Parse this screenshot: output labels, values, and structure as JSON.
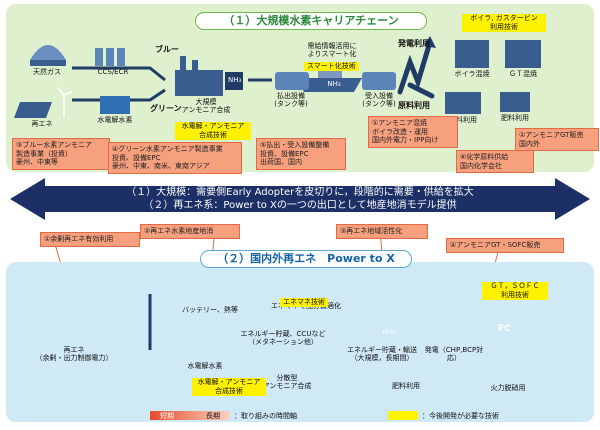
{
  "top": {
    "title": "（１）大規模水素キャリアチェーン",
    "route_blue": "ブルー",
    "route_green": "グリーン",
    "resources": {
      "natural_gas": "天然ガス",
      "ccs": "CCS/ECR",
      "renewable": "再エネ",
      "electrolyzer": "水電解水素"
    },
    "plant": "大規模\nアンモニア合成",
    "ship_out": "払出設備\n(タンク等)",
    "ship_info": "需給情報活用に\nよりスマート化",
    "smart_tech": "スマート化技術",
    "ship_in": "受入設備\n(タンク等)",
    "nh3": "NH₃",
    "power_use": "発電利用",
    "raw_use": "原料利用",
    "boiler_coburn": "ボイラ混焼",
    "gt_coburn": "ＧＴ混焼",
    "raw_material": "原料利用",
    "fertilizer": "肥料利用",
    "tag_boiler_gas": "ボイラ, ガスタービン\n利用技術",
    "tag_ammonia_synthesis": "水電解・アンモニア\n合成技術",
    "callouts": {
      "c3": "③ブルー水素アンモニア\n製造事業（投資）\n豪州、中東等",
      "c4": "④グリーン水素アンモニア製造事業\n投資、設備EPC\n豪州、中東、南米、東南アジア",
      "c5": "⑤払出・受入設備整備\n投資、設備EPC\n出荷国、国内",
      "c1": "①アンモニア混焼\nボイラ改造・運用\n国内外電力・IPP向け",
      "c2": "②アンモニアGT販売\n国内外",
      "c6": "⑥化学原料供給\n国内化学会社"
    }
  },
  "banner": {
    "line1": "（１）大規模：需要側Early Adopterを皮切りに，段階的に需要・供給を拡大",
    "line2": "（２）再エネ系：Power to Xの一つの出口として地産地消モデル提供"
  },
  "bottom": {
    "title": "（２）国内外再エネ　Power to X",
    "callouts": {
      "b1": "①余剰再エネ有効利用",
      "b2": "②再エネ水素地産地消",
      "b3": "③再エネ地域活性化",
      "b4": "④アンモニアGT・SOFC販売"
    },
    "energy_mgmt": "エネマネで配分最適化",
    "energy_tech": "エネマネ技術",
    "battery": "バッテリー、熱等",
    "storage_ccu": "エネルギー貯蔵、CCUなど\n（メタネーション他）",
    "renewable": "再エネ\n（余剰・出力制御電力）",
    "electrolyzer": "水電解水素",
    "dist_synth": "分散型\nアンモニア合成",
    "tag_synth": "水電解・アンモニア\n合成技術",
    "storage_transport": "エネルギー貯蔵・輸送\n（大規模，長期間）",
    "nh3": "NH₃",
    "fc": "FC",
    "power_gen": "発電（CHP,BCP対応）",
    "tag_gt_sofc": "ＧＴ，ＳＯＦＣ\n利用技術",
    "fertilizer": "肥料利用",
    "thermal": "火力脱硝用"
  },
  "legend": {
    "short": "短期",
    "long": "長期",
    "timeline_label": "：取り組みの時間軸",
    "tech_label": "：今後開発が必要な技術"
  }
}
